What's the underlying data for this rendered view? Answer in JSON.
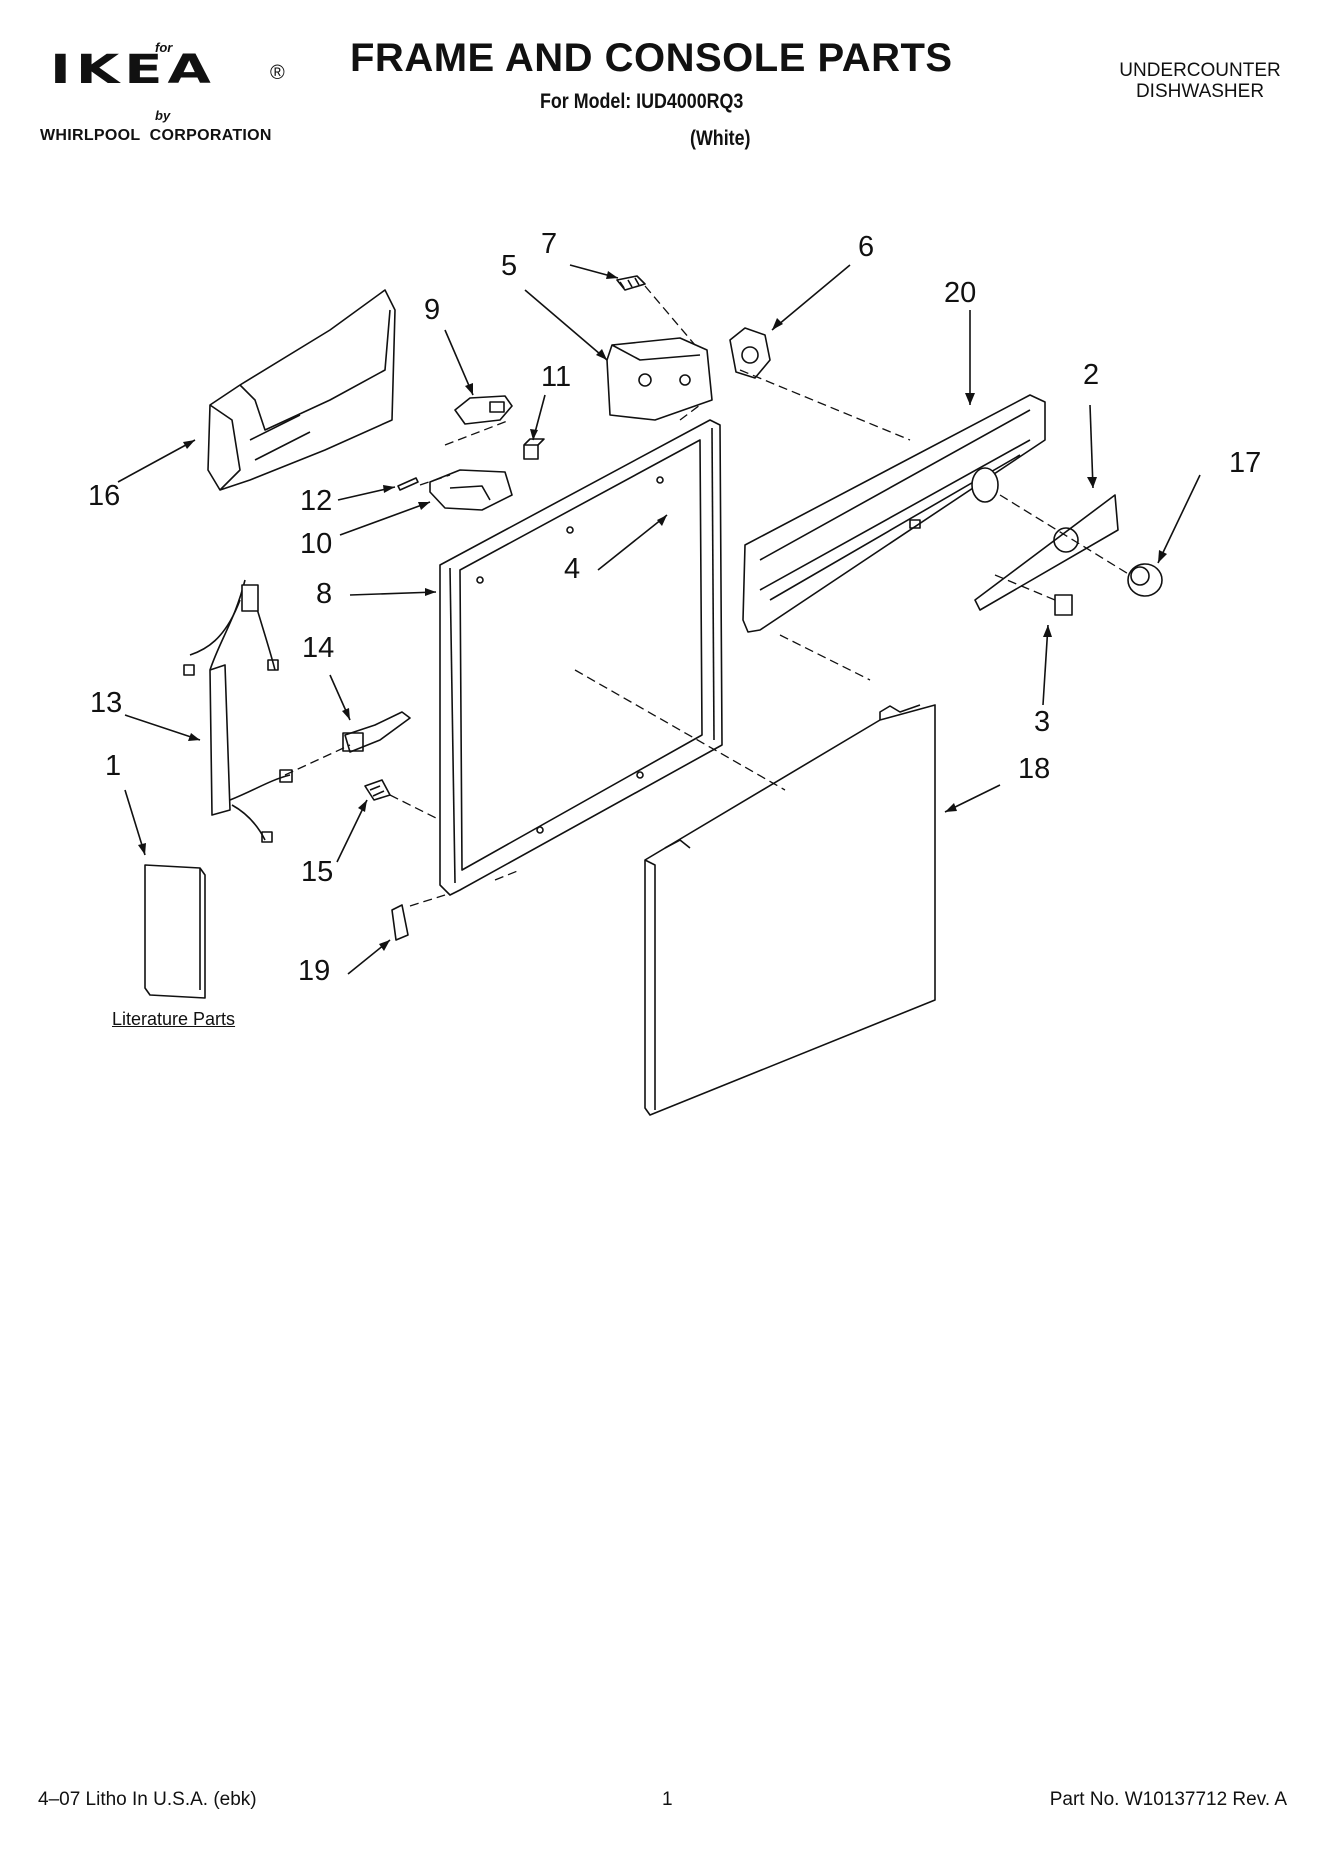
{
  "brand": {
    "for_text": "for",
    "logo_text": "IKEA",
    "registered": "®",
    "by_text": "by",
    "corporation": "WHIRLPOOL  CORPORATION"
  },
  "header": {
    "title": "FRAME AND CONSOLE PARTS",
    "model_line": "For Model: IUD4000RQ3",
    "variant": "(White)",
    "appliance_line1": "UNDERCOUNTER",
    "appliance_line2": "DISHWASHER"
  },
  "callouts": [
    "7",
    "5",
    "6",
    "20",
    "9",
    "11",
    "2",
    "17",
    "16",
    "12",
    "10",
    "4",
    "8",
    "14",
    "13",
    "3",
    "1",
    "18",
    "15",
    "19"
  ],
  "literature_label": "Literature Parts",
  "footer": {
    "print_info": "4–07 Litho In U.S.A. (ebk)",
    "page_number": "1",
    "part_number": "Part No. W10137712 Rev. A"
  }
}
